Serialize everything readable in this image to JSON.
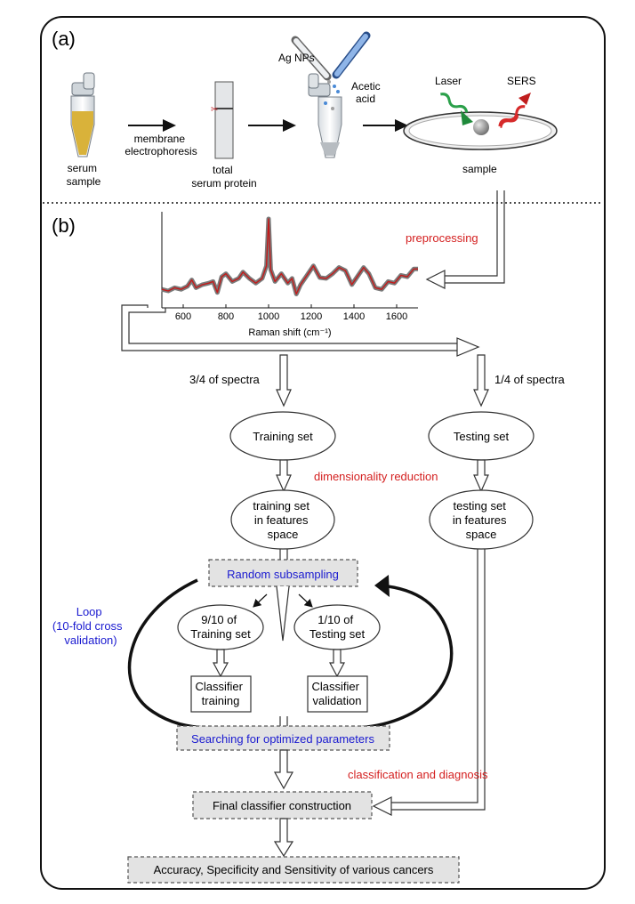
{
  "panel_a": {
    "label": "(a)",
    "serum_sample": [
      "serum",
      "sample"
    ],
    "membrane_electrophoresis": [
      "membrane",
      "electrophoresis"
    ],
    "total_serum_protein": [
      "total",
      "serum protein"
    ],
    "ag_nps": "Ag NPs",
    "acetic_acid": [
      "Acetic",
      "acid"
    ],
    "laser": "Laser",
    "sers": "SERS",
    "sample": "sample"
  },
  "panel_b": {
    "label": "(b)",
    "preprocessing": "preprocessing",
    "three_quarter_spectra": "3/4 of spectra",
    "one_quarter_spectra": "1/4 of spectra",
    "training_set": "Training set",
    "testing_set": "Testing set",
    "dimensionality_reduction": "dimensionality reduction",
    "training_features": [
      "training set",
      "in features",
      "space"
    ],
    "testing_features": [
      "testing set",
      "in features",
      "space"
    ],
    "random_subsampling": "Random subsampling",
    "nine_tenths": [
      "9/10 of",
      "Training set"
    ],
    "one_tenth": [
      "1/10 of",
      "Testing set"
    ],
    "loop": [
      "Loop",
      "(10-fold cross",
      "validation)"
    ],
    "classifier_training": [
      "Classifier",
      "training"
    ],
    "classifier_validation": [
      "Classifier",
      "validation"
    ],
    "searching": "Searching for optimized parameters",
    "classification_diagnosis": "classification and diagnosis",
    "final_classifier": "Final classifier construction",
    "accuracy": "Accuracy, Specificity and Sensitivity of various cancers"
  },
  "colors": {
    "red_text": "#d42020",
    "blue_text": "#1a1ad0",
    "box_fill": "#e3e3e3",
    "spectrum_red": "#c41a1a",
    "spectrum_gray": "#7a7a7a",
    "serum_yellow": "#d9b23a"
  },
  "chart_data": {
    "type": "line",
    "xlabel": "Raman shift (cm⁻¹)",
    "ylabel": "",
    "xlim": [
      500,
      1700
    ],
    "xticks": [
      600,
      800,
      1000,
      1200,
      1400,
      1600
    ],
    "grid": false,
    "x": [
      500,
      530,
      560,
      590,
      620,
      640,
      660,
      690,
      720,
      740,
      760,
      780,
      800,
      830,
      860,
      880,
      910,
      940,
      970,
      990,
      1000,
      1010,
      1030,
      1060,
      1090,
      1110,
      1130,
      1150,
      1180,
      1210,
      1240,
      1270,
      1300,
      1330,
      1360,
      1390,
      1420,
      1445,
      1470,
      1500,
      1530,
      1560,
      1590,
      1620,
      1650,
      1680,
      1700
    ],
    "y": [
      0.1,
      0.08,
      0.12,
      0.1,
      0.14,
      0.22,
      0.12,
      0.16,
      0.18,
      0.2,
      0.06,
      0.26,
      0.3,
      0.2,
      0.24,
      0.32,
      0.24,
      0.18,
      0.24,
      0.4,
      1.0,
      0.35,
      0.2,
      0.3,
      0.18,
      0.24,
      0.04,
      0.16,
      0.28,
      0.4,
      0.25,
      0.24,
      0.3,
      0.38,
      0.34,
      0.16,
      0.28,
      0.38,
      0.3,
      0.12,
      0.1,
      0.2,
      0.18,
      0.28,
      0.26,
      0.36,
      0.36
    ]
  }
}
